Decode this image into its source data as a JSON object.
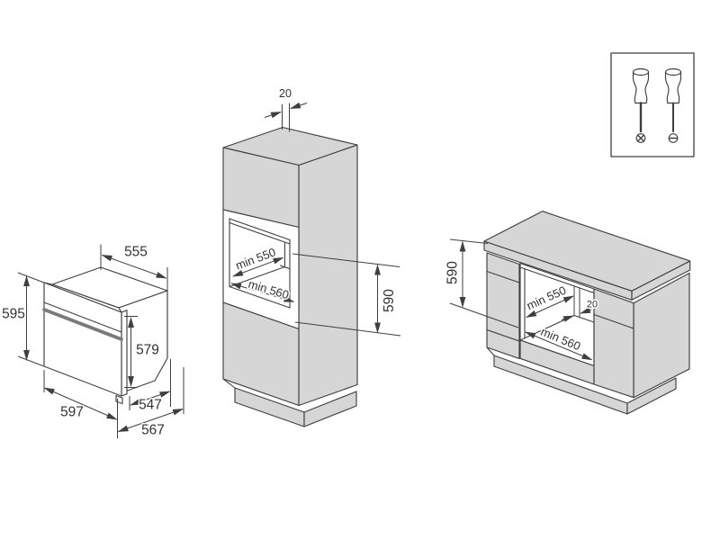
{
  "colors": {
    "background": "#ffffff",
    "line": "#3f3f3f",
    "panel_gray": "#d6d6d6"
  },
  "oven": {
    "dims": {
      "top_width": "555",
      "height": "595",
      "door_height": "579",
      "front_width": "597",
      "body_depth": "547",
      "total_depth": "567"
    }
  },
  "tall_cabinet": {
    "dims": {
      "top_rear_gap": "20",
      "niche_depth": "min 550",
      "niche_width": "min 560",
      "niche_height": "590"
    }
  },
  "base_cabinet": {
    "dims": {
      "niche_height": "590",
      "niche_depth": "min 550",
      "rear_gap": "20",
      "niche_width": "min 560"
    }
  },
  "tools_panel": {
    "items": [
      "phillips-screwdriver-icon",
      "slotted-screwdriver-icon"
    ]
  }
}
